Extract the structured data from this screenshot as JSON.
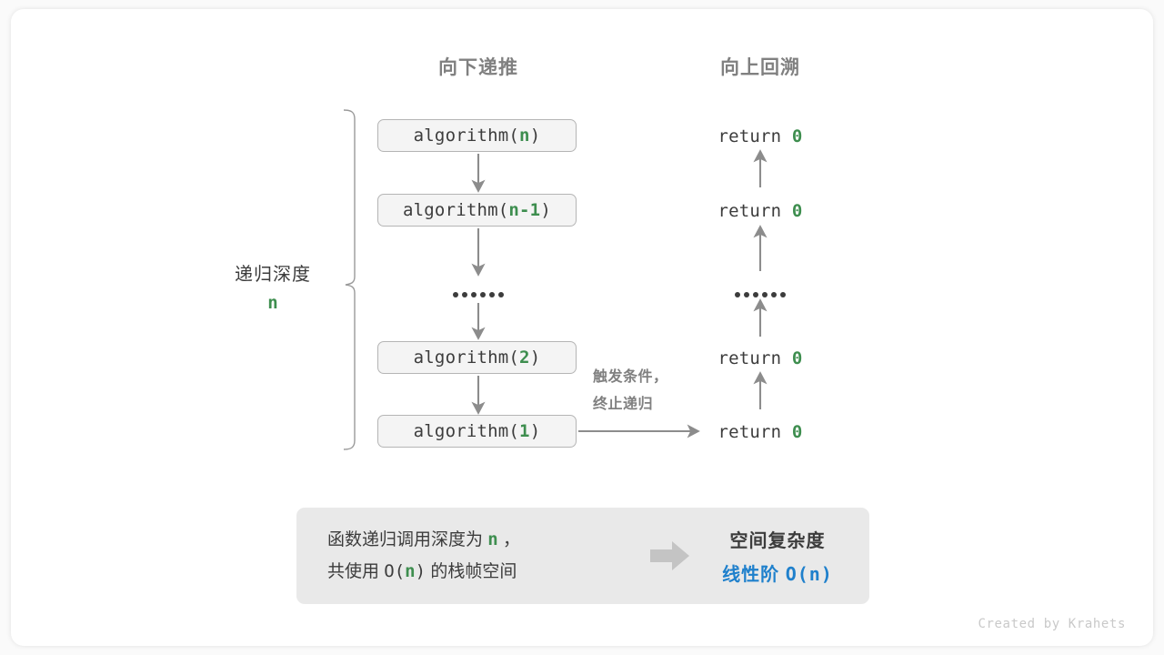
{
  "headers": {
    "down": "向下递推",
    "up": "向上回溯"
  },
  "depth_bracket": {
    "label": "递归深度",
    "value": "n"
  },
  "call_stack": [
    {
      "prefix": "algorithm(",
      "arg": "n",
      "suffix": ")"
    },
    {
      "prefix": "algorithm(",
      "arg": "n-1",
      "suffix": ")"
    },
    {
      "ellipsis": true
    },
    {
      "prefix": "algorithm(",
      "arg": "2",
      "suffix": ")"
    },
    {
      "prefix": "algorithm(",
      "arg": "1",
      "suffix": ")"
    }
  ],
  "returns": [
    {
      "text": "return ",
      "value": "0"
    },
    {
      "text": "return ",
      "value": "0"
    },
    {
      "ellipsis": true
    },
    {
      "text": "return ",
      "value": "0"
    },
    {
      "text": "return ",
      "value": "0"
    }
  ],
  "trigger_note": {
    "line1": "触发条件，",
    "line2": "终止递归"
  },
  "summary": {
    "left_line1_a": "函数递归调用深度为 ",
    "left_line1_n": "n",
    "left_line1_b": " ，",
    "left_line2_a": "共使用 ",
    "left_line2_o": "O(",
    "left_line2_n": "n",
    "left_line2_c": ")",
    "left_line2_b": " 的栈帧空间",
    "arrow_icon": "block-arrow-right-icon",
    "title": "空间复杂度",
    "value_label": "线性阶 ",
    "value_expr": "O(n)"
  },
  "credit": "Created by Krahets",
  "colors": {
    "accent_green": "#3e8e4f",
    "accent_blue": "#1f80cc",
    "text_dark": "#3c3c3c",
    "text_gray": "#808080",
    "box_fill": "#f4f4f4",
    "box_border": "#b5b5b5",
    "panel_fill": "#e9e9e9",
    "wire": "#8c8c8c"
  }
}
